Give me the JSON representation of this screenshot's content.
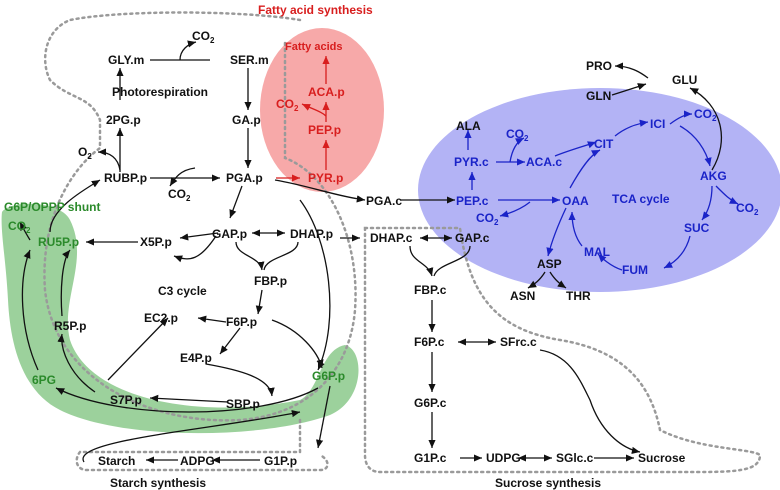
{
  "colors": {
    "black": "#111111",
    "red": "#d81e1e",
    "blue": "#1a23c8",
    "green": "#2b8a2b",
    "fatty_region": "#f7a9a9",
    "tca_region": "#b3b3f5",
    "shunt_region": "#97cf97",
    "dotted_border": "#9a9a9a"
  },
  "regions": {
    "fatty_acid_title": "Fatty acid synthesis",
    "photorespiration_title": "Photorespiration",
    "tca_title": "TCA cycle",
    "shunt_title": "G6P/OPPP shunt",
    "c3_title": "C3 cycle",
    "starch_title": "Starch synthesis",
    "sucrose_title": "Sucrose synthesis"
  },
  "metabolites": {
    "gly_m": "GLY.m",
    "ser_m": "SER.m",
    "co2_photo": "CO",
    "pg2_p": "2PG.p",
    "o2": "O",
    "rubp_p": "RUBP.p",
    "ga_p": "GA.p",
    "co2_rubisco": "CO",
    "pga_p": "PGA.p",
    "fatty_acids": "Fatty acids",
    "aca_p": "ACA.p",
    "co2_fa": "CO",
    "pep_p": "PEP.p",
    "pyr_p": "PYR.p",
    "ru5p_p": "RU5P.p",
    "co2_shunt": "CO",
    "x5p_p": "X5P.p",
    "gap_p": "GAP.p",
    "dhap_p": "DHAP.p",
    "fbp_p": "FBP.p",
    "r5p_p": "R5P.p",
    "ec2_p": "EC2.p",
    "f6p_p": "F6P.p",
    "e4p_p": "E4P.p",
    "pg6": "6PG",
    "s7p_p": "S7P.p",
    "sbp_p": "SBP.p",
    "g6p_p": "G6P.p",
    "starch": "Starch",
    "adpg": "ADPG",
    "g1p_p": "G1P.p",
    "pga_c": "PGA.c",
    "dhap_c": "DHAP.c",
    "gap_c": "GAP.c",
    "fbp_c": "FBP.c",
    "f6p_c": "F6P.c",
    "sfrc_c": "SFrc.c",
    "g6p_c": "G6P.c",
    "g1p_c": "G1P.c",
    "udpg": "UDPG",
    "sglc_c": "SGlc.c",
    "sucrose": "Sucrose",
    "ala": "ALA",
    "pyr_c": "PYR.c",
    "co2_pdh": "CO",
    "aca_c": "ACA.c",
    "pep_c": "PEP.c",
    "co2_pepc": "CO",
    "oaa": "OAA",
    "cit": "CIT",
    "ici": "ICI",
    "co2_ici": "CO",
    "akg": "AKG",
    "co2_akg": "CO",
    "suc": "SUC",
    "fum": "FUM",
    "mal": "MAL",
    "asp": "ASP",
    "asn": "ASN",
    "thr": "THR",
    "pro": "PRO",
    "glu": "GLU",
    "gln": "GLN",
    "sub_two": "2"
  }
}
